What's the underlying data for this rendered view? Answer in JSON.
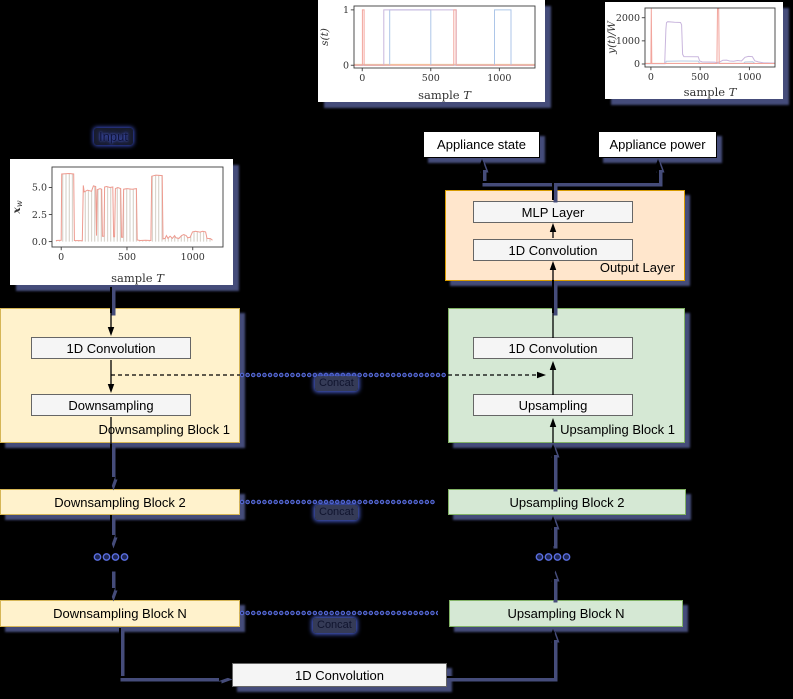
{
  "diagram": {
    "input_label": "Input",
    "concat_labels": [
      "Concat",
      "Concat",
      "Concat"
    ],
    "appliance_state": "Appliance state",
    "appliance_power": "Appliance power",
    "output_layer": {
      "title": "Output Layer",
      "mlp_layer": "MLP Layer",
      "conv": "1D Convolution"
    },
    "downsampling_block_1": {
      "title": "Downsampling Block 1",
      "conv": "1D Convolution",
      "down": "Downsampling"
    },
    "upsampling_block_1": {
      "title": "Upsampling Block 1",
      "conv": "1D Convolution",
      "up": "Upsampling"
    },
    "downsampling_block_2": "Downsampling Block 2",
    "upsampling_block_2": "Upsampling Block 2",
    "downsampling_block_n": "Downsampling Block N",
    "upsampling_block_n": "Upsampling Block N",
    "bottom_conv": "1D Convolution"
  },
  "colors": {
    "background": "#000000",
    "block_yellow_fill": "#FFF2CC",
    "block_yellow_border": "#D6B656",
    "block_green_fill": "#D5E8D4",
    "block_green_border": "#82B366",
    "block_orange_fill": "#FFE6CC",
    "block_orange_border": "#D79B00",
    "inner_box_fill": "#F5F5F5",
    "inner_box_border": "#666666",
    "shadow_navy": "#454C7A",
    "concat_dot_blue": "#5A6EE0",
    "series_red": "#F2A59D",
    "series_blue": "#ADC6E8",
    "series_violet": "#C9B6DD",
    "series_orange": "#F0C392",
    "series_salmon": "#EE9A8F"
  },
  "chart_data": [
    {
      "id": "state",
      "type": "line",
      "xlabel": {
        "text": "sample",
        "var": "T"
      },
      "ylabel": "s(t)",
      "xlim": [
        -60,
        1260
      ],
      "ylim": [
        -0.05,
        1.07
      ],
      "xticks": [
        0,
        500,
        1000
      ],
      "xtick_labels": [
        "0",
        "500",
        "1000"
      ],
      "yticks": [
        0,
        1
      ],
      "ytick_labels": [
        "0",
        "1"
      ],
      "grid": false,
      "legend": "none",
      "series": [
        {
          "name": "baseline-orange",
          "color": "#F0C392",
          "points": [
            [
              -60,
              0.015
            ],
            [
              1260,
              0.015
            ]
          ]
        },
        {
          "name": "state-blue",
          "color": "#ADC6E8",
          "points": [
            [
              -60,
              0
            ],
            [
              200,
              0
            ],
            [
              200,
              1
            ],
            [
              500,
              1
            ],
            [
              500,
              0
            ],
            [
              965,
              0
            ],
            [
              965,
              1
            ],
            [
              1085,
              1
            ],
            [
              1085,
              0
            ],
            [
              1260,
              0
            ]
          ]
        },
        {
          "name": "state-violet",
          "color": "#C9B6DD",
          "points": [
            [
              -60,
              0
            ],
            [
              157,
              0
            ],
            [
              157,
              1
            ],
            [
              686,
              1
            ],
            [
              686,
              0
            ],
            [
              1260,
              0
            ]
          ]
        },
        {
          "name": "state-red",
          "color": "#F2A59D",
          "points": [
            [
              -60,
              0
            ],
            [
              1,
              0
            ],
            [
              1,
              1
            ],
            [
              14,
              1
            ],
            [
              14,
              0
            ],
            [
              668,
              0
            ],
            [
              668,
              1
            ],
            [
              684,
              1
            ],
            [
              684,
              0
            ],
            [
              1260,
              0
            ]
          ]
        }
      ]
    },
    {
      "id": "power",
      "type": "line",
      "xlabel": {
        "text": "sample",
        "var": "T"
      },
      "ylabel": "y(t)/W",
      "xlim": [
        -60,
        1260
      ],
      "ylim": [
        -130,
        2420
      ],
      "xticks": [
        0,
        500,
        1000
      ],
      "xtick_labels": [
        "0",
        "500",
        "1000"
      ],
      "yticks": [
        0,
        1000,
        2000
      ],
      "ytick_labels": [
        "0",
        "1000",
        "2000"
      ],
      "grid": false,
      "legend": "none",
      "series": [
        {
          "name": "baseline-orange",
          "color": "#F0C392",
          "points": [
            [
              -60,
              25
            ],
            [
              1260,
              25
            ]
          ]
        },
        {
          "name": "power-blue",
          "color": "#B8CBE4",
          "points": [
            [
              -60,
              15
            ],
            [
              148,
              15
            ],
            [
              155,
              120
            ],
            [
              300,
              130
            ],
            [
              480,
              125
            ],
            [
              495,
              25
            ],
            [
              940,
              25
            ],
            [
              955,
              85
            ],
            [
              1035,
              95
            ],
            [
              1055,
              25
            ],
            [
              1260,
              20
            ]
          ]
        },
        {
          "name": "power-violet",
          "color": "#C9B6DD",
          "points": [
            [
              -60,
              18
            ],
            [
              140,
              18
            ],
            [
              152,
              1500
            ],
            [
              158,
              1790
            ],
            [
              170,
              1830
            ],
            [
              240,
              1800
            ],
            [
              300,
              1795
            ],
            [
              312,
              1700
            ],
            [
              322,
              420
            ],
            [
              335,
              320
            ],
            [
              480,
              310
            ],
            [
              495,
              130
            ],
            [
              520,
              90
            ],
            [
              650,
              80
            ],
            [
              665,
              60
            ],
            [
              700,
              90
            ],
            [
              730,
              160
            ],
            [
              770,
              170
            ],
            [
              800,
              130
            ],
            [
              840,
              120
            ],
            [
              880,
              150
            ],
            [
              920,
              130
            ],
            [
              955,
              290
            ],
            [
              990,
              330
            ],
            [
              1030,
              320
            ],
            [
              1055,
              140
            ],
            [
              1090,
              90
            ],
            [
              1140,
              50
            ],
            [
              1260,
              40
            ]
          ]
        },
        {
          "name": "power-red",
          "color": "#F2A59D",
          "points": [
            [
              -60,
              20
            ],
            [
              0,
              20
            ],
            [
              4,
              2400
            ],
            [
              9,
              20
            ],
            [
              670,
              20
            ],
            [
              676,
              2400
            ],
            [
              688,
              2400
            ],
            [
              693,
              20
            ],
            [
              1260,
              20
            ]
          ]
        }
      ]
    },
    {
      "id": "input",
      "type": "line",
      "xlabel": {
        "text": "sample",
        "var": "T"
      },
      "ylabel": {
        "text": "x",
        "sub": "w",
        "bold": true
      },
      "xlim": [
        -70,
        1230
      ],
      "ylim": [
        -0.5,
        6.9
      ],
      "xticks": [
        0,
        500,
        1000
      ],
      "xtick_labels": [
        "0",
        "500",
        "1000"
      ],
      "yticks": [
        0,
        2.5,
        5
      ],
      "ytick_labels": [
        "0.0",
        "2.5",
        "5.0"
      ],
      "grid": false,
      "legend": "none",
      "series": [
        {
          "name": "aggregate-signal",
          "color": "#EE9A8F",
          "fill_hatch": true,
          "points": [
            [
              -40,
              0.1
            ],
            [
              0,
              0.12
            ],
            [
              4,
              6.25
            ],
            [
              60,
              6.3
            ],
            [
              95,
              6.25
            ],
            [
              100,
              0.1
            ],
            [
              160,
              0.08
            ],
            [
              168,
              5.2
            ],
            [
              175,
              4.6
            ],
            [
              200,
              4.75
            ],
            [
              230,
              4.65
            ],
            [
              245,
              5.15
            ],
            [
              262,
              5.1
            ],
            [
              268,
              0.55
            ],
            [
              274,
              4.8
            ],
            [
              295,
              4.9
            ],
            [
              308,
              4.85
            ],
            [
              313,
              0.5
            ],
            [
              325,
              0.5
            ],
            [
              330,
              5.05
            ],
            [
              345,
              5.1
            ],
            [
              370,
              5.0
            ],
            [
              392,
              5.05
            ],
            [
              398,
              0.45
            ],
            [
              406,
              0.45
            ],
            [
              412,
              4.9
            ],
            [
              430,
              5.0
            ],
            [
              452,
              4.9
            ],
            [
              458,
              0.4
            ],
            [
              468,
              0.4
            ],
            [
              474,
              4.85
            ],
            [
              500,
              4.9
            ],
            [
              540,
              4.85
            ],
            [
              572,
              4.9
            ],
            [
              578,
              0.15
            ],
            [
              600,
              0.1
            ],
            [
              640,
              0.12
            ],
            [
              682,
              0.1
            ],
            [
              688,
              6.05
            ],
            [
              720,
              6.15
            ],
            [
              768,
              6.1
            ],
            [
              774,
              0.25
            ],
            [
              790,
              0.3
            ],
            [
              800,
              0.55
            ],
            [
              812,
              0.3
            ],
            [
              828,
              0.5
            ],
            [
              845,
              0.3
            ],
            [
              862,
              0.55
            ],
            [
              872,
              0.35
            ],
            [
              895,
              0.3
            ],
            [
              915,
              0.55
            ],
            [
              932,
              0.65
            ],
            [
              950,
              0.55
            ],
            [
              962,
              0.35
            ],
            [
              980,
              0.4
            ],
            [
              998,
              0.9
            ],
            [
              1020,
              0.95
            ],
            [
              1055,
              0.88
            ],
            [
              1075,
              0.95
            ],
            [
              1098,
              0.9
            ],
            [
              1108,
              0.3
            ],
            [
              1135,
              0.28
            ],
            [
              1150,
              0.12
            ]
          ]
        }
      ]
    }
  ]
}
